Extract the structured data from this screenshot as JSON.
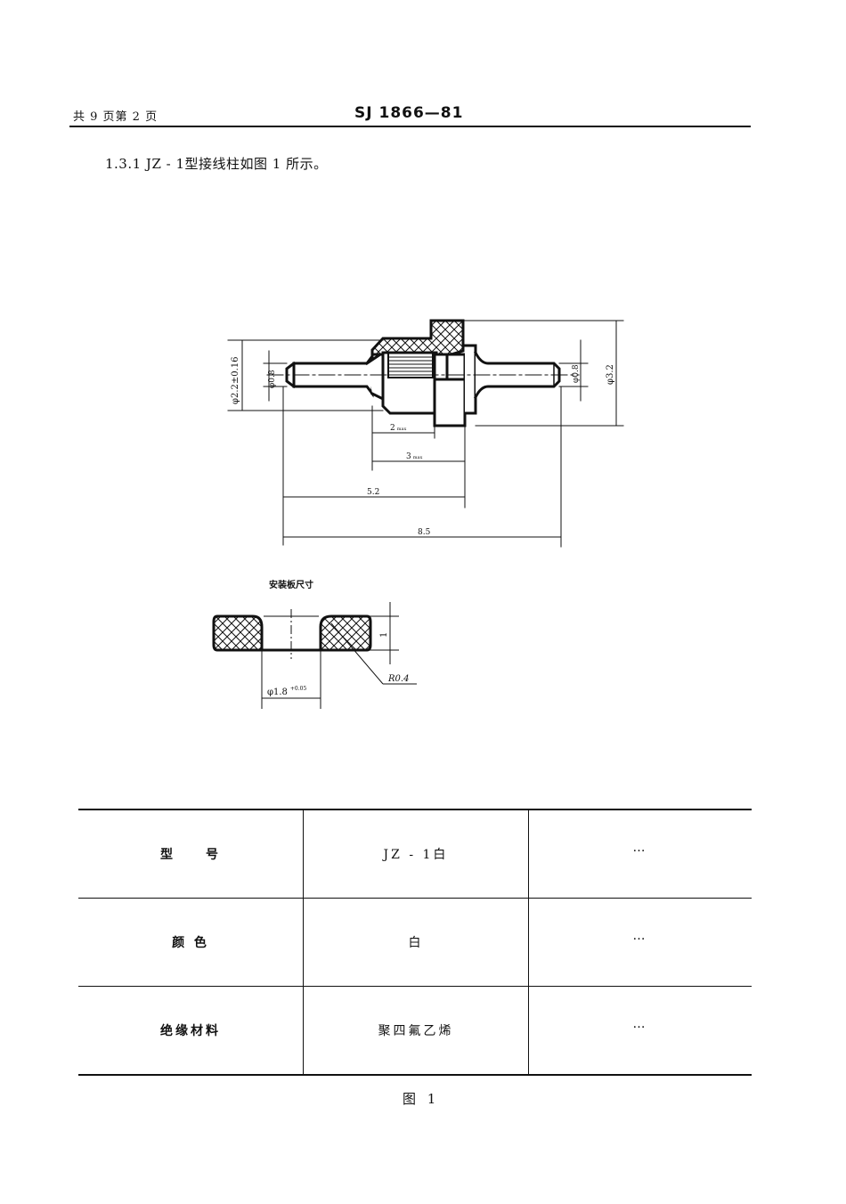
{
  "header": {
    "page_info": "共 9 页第 2 页",
    "standard_code": "SJ 1866—81"
  },
  "section": {
    "text": "1.3.1 JZ - 1型接线柱如图 1 所示。"
  },
  "drawing": {
    "main_view": {
      "dims": {
        "body_dia": "φ2.2±0.16",
        "left_pin_dia": "φ0.8",
        "right_pin_dia": "φ0.8",
        "flange_dia": "φ3.2",
        "d_2max": "2",
        "d_3max": "3",
        "max_sub": "max",
        "d_52": "5.2",
        "d_85": "8.5"
      }
    },
    "mount_view": {
      "title": "安装板尺寸",
      "hole_dia": "φ1.8",
      "hole_tol": "+0.05",
      "thickness": "1",
      "radius": "R0.4"
    }
  },
  "table": {
    "rows": [
      {
        "label": "型　　号",
        "value": "JZ - 1白",
        "more": "…"
      },
      {
        "label": "颜 色",
        "value": "白",
        "more": "…"
      },
      {
        "label": "绝缘材料",
        "value": "聚四氟乙烯",
        "more": "…"
      }
    ]
  },
  "caption": "图 1"
}
